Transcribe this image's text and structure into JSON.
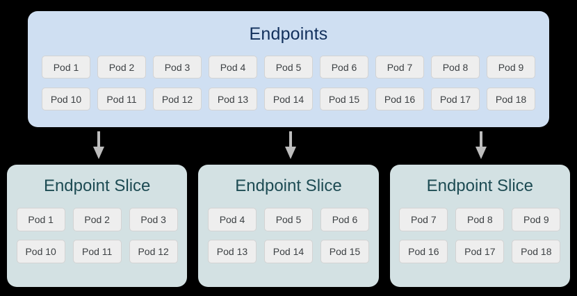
{
  "diagram": {
    "colors": {
      "background": "#000000",
      "endpoints_panel_fill": "#cfdff2",
      "endpoints_title_text": "#12305c",
      "slice_panel_fill": "#d3e1e3",
      "slice_title_text": "#1d4b53",
      "pod_chip_fill": "#eeeeee",
      "pod_chip_border": "#d3d3d3",
      "pod_chip_text": "#3c4043",
      "arrow": "#bdbdbd"
    },
    "endpoints": {
      "title": "Endpoints",
      "rows": [
        [
          "Pod 1",
          "Pod 2",
          "Pod 3",
          "Pod 4",
          "Pod 5",
          "Pod 6",
          "Pod 7",
          "Pod 8",
          "Pod 9"
        ],
        [
          "Pod 10",
          "Pod 11",
          "Pod 12",
          "Pod 13",
          "Pod 14",
          "Pod 15",
          "Pod 16",
          "Pod 17",
          "Pod 18"
        ]
      ]
    },
    "arrows": [
      {
        "name": "arrow-to-slice-1",
        "direction": "down"
      },
      {
        "name": "arrow-to-slice-2",
        "direction": "down"
      },
      {
        "name": "arrow-to-slice-3",
        "direction": "down"
      }
    ],
    "slices": [
      {
        "title": "Endpoint Slice",
        "rows": [
          [
            "Pod 1",
            "Pod 2",
            "Pod 3"
          ],
          [
            "Pod 10",
            "Pod 11",
            "Pod 12"
          ]
        ]
      },
      {
        "title": "Endpoint Slice",
        "rows": [
          [
            "Pod 4",
            "Pod 5",
            "Pod 6"
          ],
          [
            "Pod 13",
            "Pod 14",
            "Pod 15"
          ]
        ]
      },
      {
        "title": "Endpoint Slice",
        "rows": [
          [
            "Pod 7",
            "Pod 8",
            "Pod 9"
          ],
          [
            "Pod 16",
            "Pod 17",
            "Pod 18"
          ]
        ]
      }
    ]
  }
}
